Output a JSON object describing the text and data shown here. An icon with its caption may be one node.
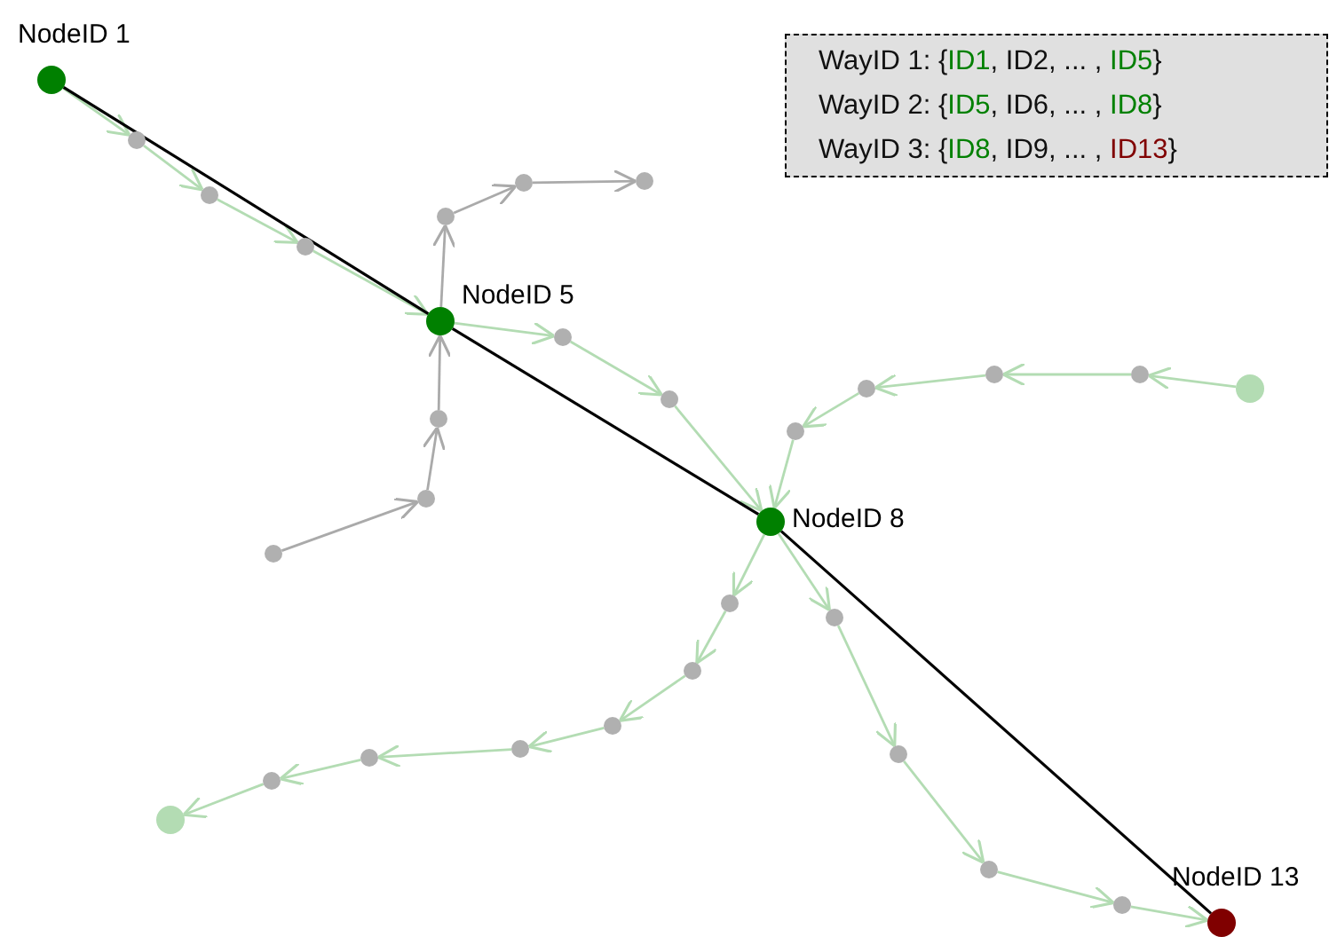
{
  "diagram": {
    "nodes": [
      {
        "text": [
          "WayID 1: {ID1, ID2, ... , ID5}",
          "WayID 2: {ID5, ID6, ... , ID8}",
          "WayID 3: {ID8, ID9, ... , ID13}"
        ]
      },
      {
        "text": [],
        "shape": "circle",
        "beside": [
          "NodeID 1"
        ]
      },
      {
        "text": [],
        "shape": "circle"
      },
      {
        "text": [],
        "shape": "circle"
      },
      {
        "text": [],
        "shape": "circle"
      },
      {
        "text": [],
        "shape": "circle",
        "beside": [
          "NodeID 5"
        ]
      },
      {
        "text": [],
        "shape": "circle"
      },
      {
        "text": [],
        "shape": "circle"
      },
      {
        "text": [],
        "shape": "circle",
        "beside": [
          "NodeID 8"
        ]
      },
      {
        "text": [],
        "shape": "circle"
      },
      {
        "text": [],
        "shape": "circle"
      },
      {
        "text": [],
        "shape": "circle"
      },
      {
        "text": [],
        "shape": "circle"
      },
      {
        "text": [],
        "shape": "circle",
        "beside": [
          "NodeID 13"
        ]
      },
      {
        "text": [],
        "shape": "circle"
      },
      {
        "text": [],
        "shape": "circle"
      },
      {
        "text": [],
        "shape": "circle"
      },
      {
        "text": [],
        "shape": "circle"
      },
      {
        "text": [],
        "shape": "circle"
      },
      {
        "text": [],
        "shape": "circle"
      },
      {
        "text": [],
        "shape": "circle"
      },
      {
        "text": [],
        "shape": "circle"
      },
      {
        "text": [],
        "shape": "circle"
      },
      {
        "text": [],
        "shape": "circle"
      },
      {
        "text": [],
        "shape": "circle"
      },
      {
        "text": [],
        "shape": "circle"
      },
      {
        "text": [],
        "shape": "circle"
      },
      {
        "text": [],
        "shape": "circle"
      },
      {
        "text": [],
        "shape": "circle"
      },
      {
        "text": [],
        "shape": "circle"
      },
      {
        "text": [],
        "shape": "circle"
      },
      {
        "text": [],
        "shape": "circle"
      }
    ],
    "edges": [
      {
        "from": 1,
        "to": 2,
        "arrow": "to"
      },
      {
        "from": 2,
        "to": 3,
        "arrow": "to"
      },
      {
        "from": 3,
        "to": 4,
        "arrow": "to"
      },
      {
        "from": 4,
        "to": 5,
        "arrow": "to"
      },
      {
        "from": 5,
        "to": 6,
        "arrow": "to"
      },
      {
        "from": 6,
        "to": 7,
        "arrow": "to"
      },
      {
        "from": 7,
        "to": 8,
        "arrow": "to"
      },
      {
        "from": 8,
        "to": 9,
        "arrow": "to"
      },
      {
        "from": 9,
        "to": 10,
        "arrow": "to"
      },
      {
        "from": 10,
        "to": 11,
        "arrow": "to"
      },
      {
        "from": 11,
        "to": 12,
        "arrow": "to"
      },
      {
        "from": 12,
        "to": 13,
        "arrow": "to"
      },
      {
        "from": 14,
        "to": 15,
        "arrow": "to"
      },
      {
        "from": 15,
        "to": 16,
        "arrow": "to"
      },
      {
        "from": 16,
        "to": 17,
        "arrow": "to"
      },
      {
        "from": 17,
        "to": 18,
        "arrow": "to"
      },
      {
        "from": 18,
        "to": 8,
        "arrow": "to"
      },
      {
        "from": 8,
        "to": 19,
        "arrow": "to"
      },
      {
        "from": 19,
        "to": 20,
        "arrow": "to"
      },
      {
        "from": 20,
        "to": 21,
        "arrow": "to"
      },
      {
        "from": 21,
        "to": 22,
        "arrow": "to"
      },
      {
        "from": 22,
        "to": 23,
        "arrow": "to"
      },
      {
        "from": 23,
        "to": 24,
        "arrow": "to"
      },
      {
        "from": 24,
        "to": 25,
        "arrow": "to"
      },
      {
        "from": 26,
        "to": 27,
        "arrow": "to",
        "color": "#aaaaaa"
      },
      {
        "from": 27,
        "to": 28,
        "arrow": "to",
        "color": "#aaaaaa"
      },
      {
        "from": 28,
        "to": 5,
        "arrow": "to",
        "color": "#aaaaaa"
      },
      {
        "from": 5,
        "to": 29,
        "arrow": "to",
        "color": "#aaaaaa"
      },
      {
        "from": 29,
        "to": 30,
        "arrow": "to",
        "color": "#aaaaaa"
      },
      {
        "from": 30,
        "to": 31,
        "arrow": "to",
        "color": "#aaaaaa"
      },
      {
        "from": 1,
        "to": 5,
        "arrow": "none",
        "color": "#000000"
      },
      {
        "from": 5,
        "to": 8,
        "arrow": "none",
        "color": "#000000"
      },
      {
        "from": 8,
        "to": 13,
        "arrow": "none",
        "color": "#000000"
      }
    ]
  }
}
